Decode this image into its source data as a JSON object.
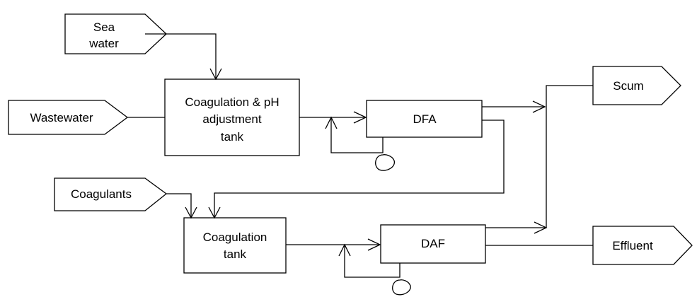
{
  "inputs": {
    "sea_water": [
      "Sea",
      "water"
    ],
    "wastewater": "Wastewater",
    "coagulants": "Coagulants"
  },
  "units": {
    "coag_ph_tank": [
      "Coagulation & pH",
      "adjustment",
      "tank"
    ],
    "dfa": "DFA",
    "coag_tank": [
      "Coagulation",
      "tank"
    ],
    "daf": "DAF"
  },
  "outputs": {
    "scum": "Scum",
    "effluent": "Effluent"
  }
}
